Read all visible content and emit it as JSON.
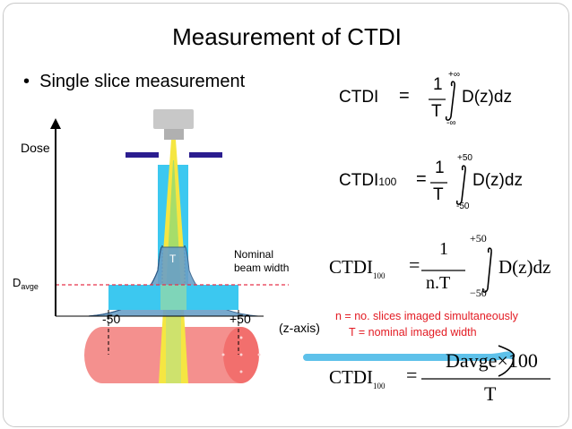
{
  "slide": {
    "title": "Measurement of CTDI",
    "bullet": "Single slice measurement"
  },
  "diagram": {
    "dose_axis_label": "Dose",
    "davg_main": "D",
    "davg_sub": "avge",
    "t_label": "T",
    "nominal_label_1": "Nominal",
    "nominal_label_2": "beam width",
    "tick_minus": "-50",
    "tick_plus": "+50",
    "zaxis_label": "(z-axis)",
    "colors": {
      "beam": "#3cc8f0",
      "collimator": "#2b1d8f",
      "tube": "#c8c8c8",
      "phantom": "#f4908e",
      "fan": "#f5e642",
      "fan_inner": "#a6dd6a",
      "profile": "#2e5a86",
      "davg_line": "#e8334a",
      "arrow": "#5ec1ea"
    }
  },
  "equations": {
    "eq1": {
      "lhs": "CTDI",
      "eq": "=",
      "num": "1",
      "den": "T",
      "upper": "+∞",
      "lower": "-∞",
      "integrand": "D(z)dz"
    },
    "eq2": {
      "lhs": "CTDI",
      "lhs_sub": "100",
      "eq": "=",
      "num": "1",
      "den": "T",
      "upper": "+50",
      "lower": "-50",
      "integrand": "D(z)dz"
    },
    "eq3": {
      "lhs": "CTDI",
      "lhs_sub": "100",
      "eq": "=",
      "num": "1",
      "den": "n.T",
      "upper": "+50",
      "lower": "−50",
      "integrand": "D(z)dz"
    },
    "eq4": {
      "lhs": "CTDI",
      "lhs_sub": "100",
      "eq": "=",
      "num": "Davge×100",
      "den": "T"
    }
  },
  "notes": {
    "n_def": "n = no. slices imaged simultaneously",
    "t_def": "T = nominal imaged width"
  }
}
